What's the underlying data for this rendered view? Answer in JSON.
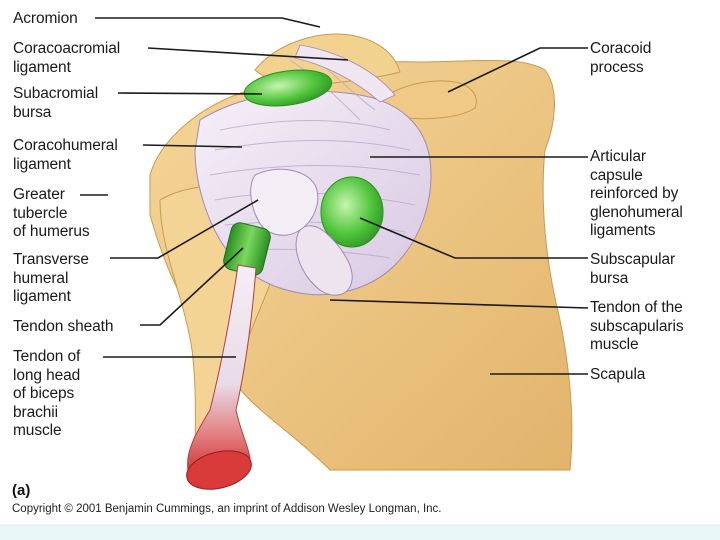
{
  "figure": {
    "panel_tag": "(a)",
    "copyright": "Copyright © 2001 Benjamin Cummings, an imprint of Addison Wesley Longman, Inc."
  },
  "labels_left": [
    {
      "id": "acromion",
      "text": "Acromion"
    },
    {
      "id": "coracoacromial-ligament",
      "text": "Coracoacromial\nligament"
    },
    {
      "id": "subacromial-bursa",
      "text": "Subacromial\nbursa"
    },
    {
      "id": "coracohumeral-ligament",
      "text": "Coracohumeral\nligament"
    },
    {
      "id": "greater-tubercle",
      "text": "Greater\ntubercle\nof humerus"
    },
    {
      "id": "transverse-humeral-ligament",
      "text": "Transverse\nhumeral\nligament"
    },
    {
      "id": "tendon-sheath",
      "text": "Tendon sheath"
    },
    {
      "id": "tendon-long-head-biceps",
      "text": "Tendon of\nlong head\nof biceps\nbrachii\nmuscle"
    }
  ],
  "labels_right": [
    {
      "id": "coracoid-process",
      "text": "Coracoid\nprocess"
    },
    {
      "id": "articular-capsule",
      "text": "Articular\ncapsule\nreinforced by\nglenohumeral\nligaments"
    },
    {
      "id": "subscapular-bursa",
      "text": "Subscapular\nbursa"
    },
    {
      "id": "tendon-subscapularis",
      "text": "Tendon of the\nsubscapularis\nmuscle"
    },
    {
      "id": "scapula",
      "text": "Scapula"
    }
  ],
  "colors": {
    "bone": "#f0cc86",
    "bone_dark": "#d6a55a",
    "ligament": "#ece2ef",
    "ligament_shadow": "#b9a9c8",
    "bursa": "#4fc43a",
    "bursa_light": "#b8f0a0",
    "muscle_red": "#c8262a",
    "leader": "#1a1a1a"
  }
}
